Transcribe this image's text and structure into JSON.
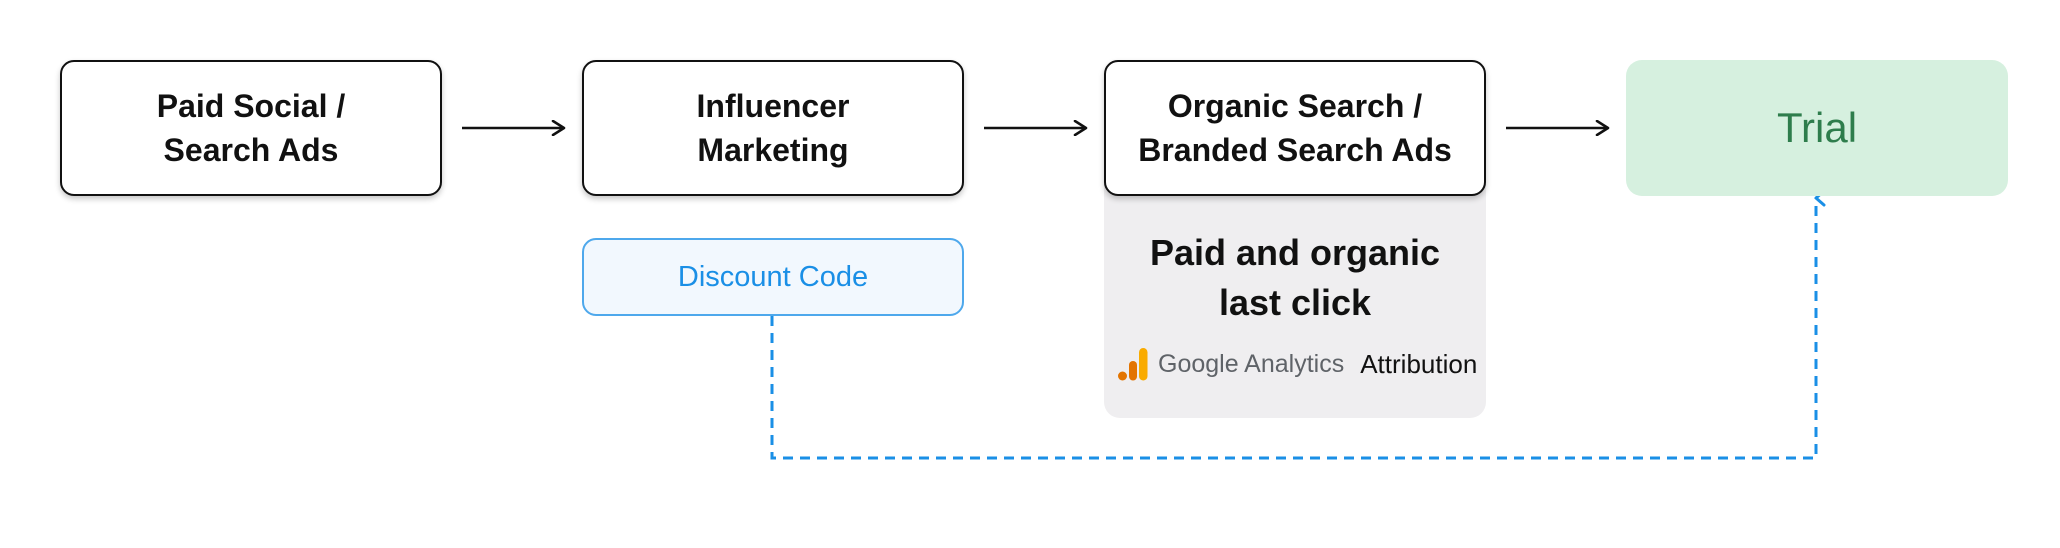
{
  "flow": {
    "steps": [
      {
        "label": "Paid Social /\nSearch Ads"
      },
      {
        "label": "Influencer\nMarketing"
      },
      {
        "label": "Organic Search /\nBranded Search Ads"
      }
    ],
    "outcome": {
      "label": "Trial"
    }
  },
  "discount_code": {
    "label": "Discount Code"
  },
  "last_click": {
    "title": "Paid and organic\nlast click",
    "product_name": "Google Analytics",
    "product_suffix": "Attribution",
    "logo_icon": "google-analytics-logo"
  },
  "colors": {
    "step_border": "#111111",
    "trial_bg": "#d6f0df",
    "trial_text": "#2e7d4c",
    "discount_border": "#4ea8ec",
    "discount_text": "#1a8fe6",
    "dashed_line": "#1a8fe6",
    "panel_bg": "#efeef0"
  }
}
